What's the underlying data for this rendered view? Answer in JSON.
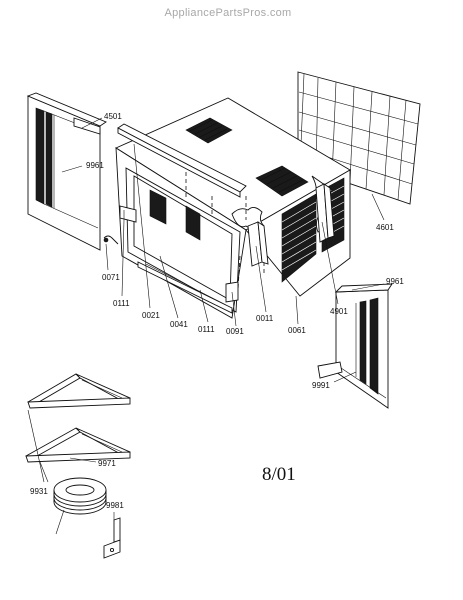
{
  "watermark": "AppliancePartsPros.com",
  "date_mark": "8/01",
  "parts": {
    "p4501": "4501",
    "p9961_left": "9961",
    "p0071": "0071",
    "p0111_a": "0111",
    "p0021": "0021",
    "p0041": "0041",
    "p0111_b": "0111",
    "p0091": "0091",
    "p0011": "0011",
    "p0061": "0061",
    "p4901": "4901",
    "p4601": "4601",
    "p9961_right": "9961",
    "p9991": "9991",
    "p9971": "9971",
    "p9931": "9931",
    "p9981": "9981"
  }
}
